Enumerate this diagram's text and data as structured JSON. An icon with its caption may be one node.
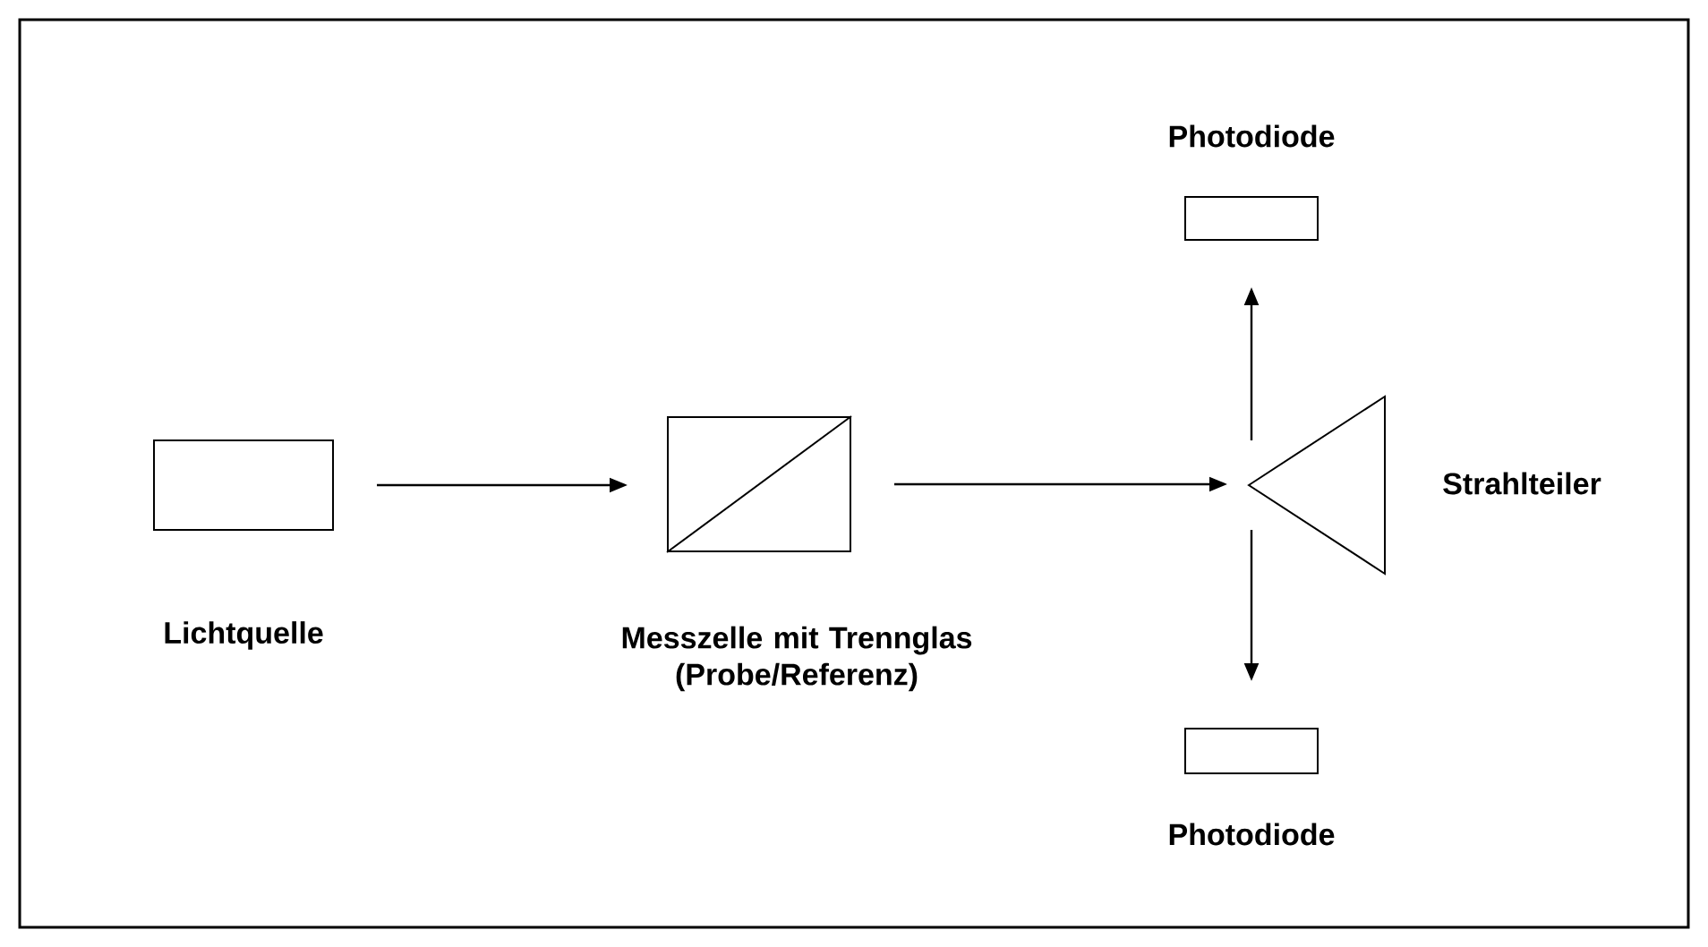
{
  "diagram": {
    "nodes": [
      {
        "text": [
          "Lichtquelle"
        ]
      },
      {
        "text": [
          "Messzelle mit Trennglas (Probe/Referenz)"
        ]
      },
      {
        "text": [
          "Strahlteiler"
        ]
      },
      {
        "text": [
          "Photodiode"
        ]
      },
      {
        "text": [
          "Photodiode"
        ]
      }
    ],
    "edges": [
      {
        "from": 0,
        "to": 1,
        "arrow": "to"
      },
      {
        "from": 1,
        "to": 2,
        "arrow": "to"
      },
      {
        "from": 2,
        "to": 3,
        "arrow": "to"
      },
      {
        "from": 2,
        "to": 4,
        "arrow": "to"
      }
    ]
  }
}
